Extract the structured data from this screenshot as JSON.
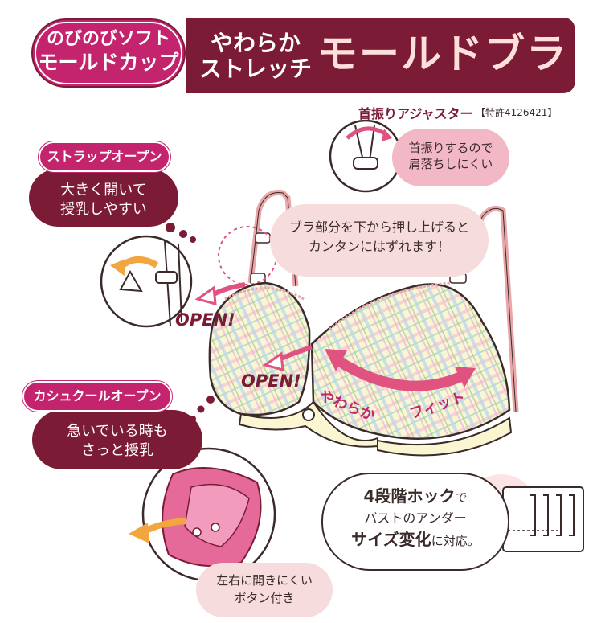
{
  "header": {
    "badge_line1": "のびのびソフト",
    "badge_line2": "モールドカップ",
    "sub_line1": "やわらか",
    "sub_line2": "ストレッチ",
    "title": "モールドブラ"
  },
  "adjuster": {
    "label": "首振りアジャスター",
    "patent": "【特許4126421】",
    "desc_line1": "首振りするので",
    "desc_line2": "肩落ちしにくい"
  },
  "strap": {
    "tag": "ストラップオープン",
    "desc_line1": "大きく開いて",
    "desc_line2": "授乳しやすい"
  },
  "push": {
    "line1": "ブラ部分を下から押し上げると",
    "line2": "カンタンにはずれます！"
  },
  "open_labels": [
    "OPEN!",
    "OPEN!"
  ],
  "fit": {
    "word1": "やわらか",
    "word2": "フィット"
  },
  "kashukuru": {
    "tag": "カシュクールオープン",
    "desc_line1": "急いでいる時も",
    "desc_line2": "さっと授乳"
  },
  "button": {
    "line1": "左右に開きにくい",
    "line2": "ボタン付き"
  },
  "hook": {
    "emph1": "4段階ホック",
    "tail1": "で",
    "line2": "バストのアンダー",
    "emph3": "サイズ変化",
    "tail3": "に対応。"
  },
  "colors": {
    "maroon": "#7b1b35",
    "magenta": "#c4236d",
    "pink_light": "#f3c4c8",
    "pink_bubble": "#f6dcdc",
    "arrow_pink": "#e0527f",
    "arrow_orange": "#f2a63f"
  }
}
